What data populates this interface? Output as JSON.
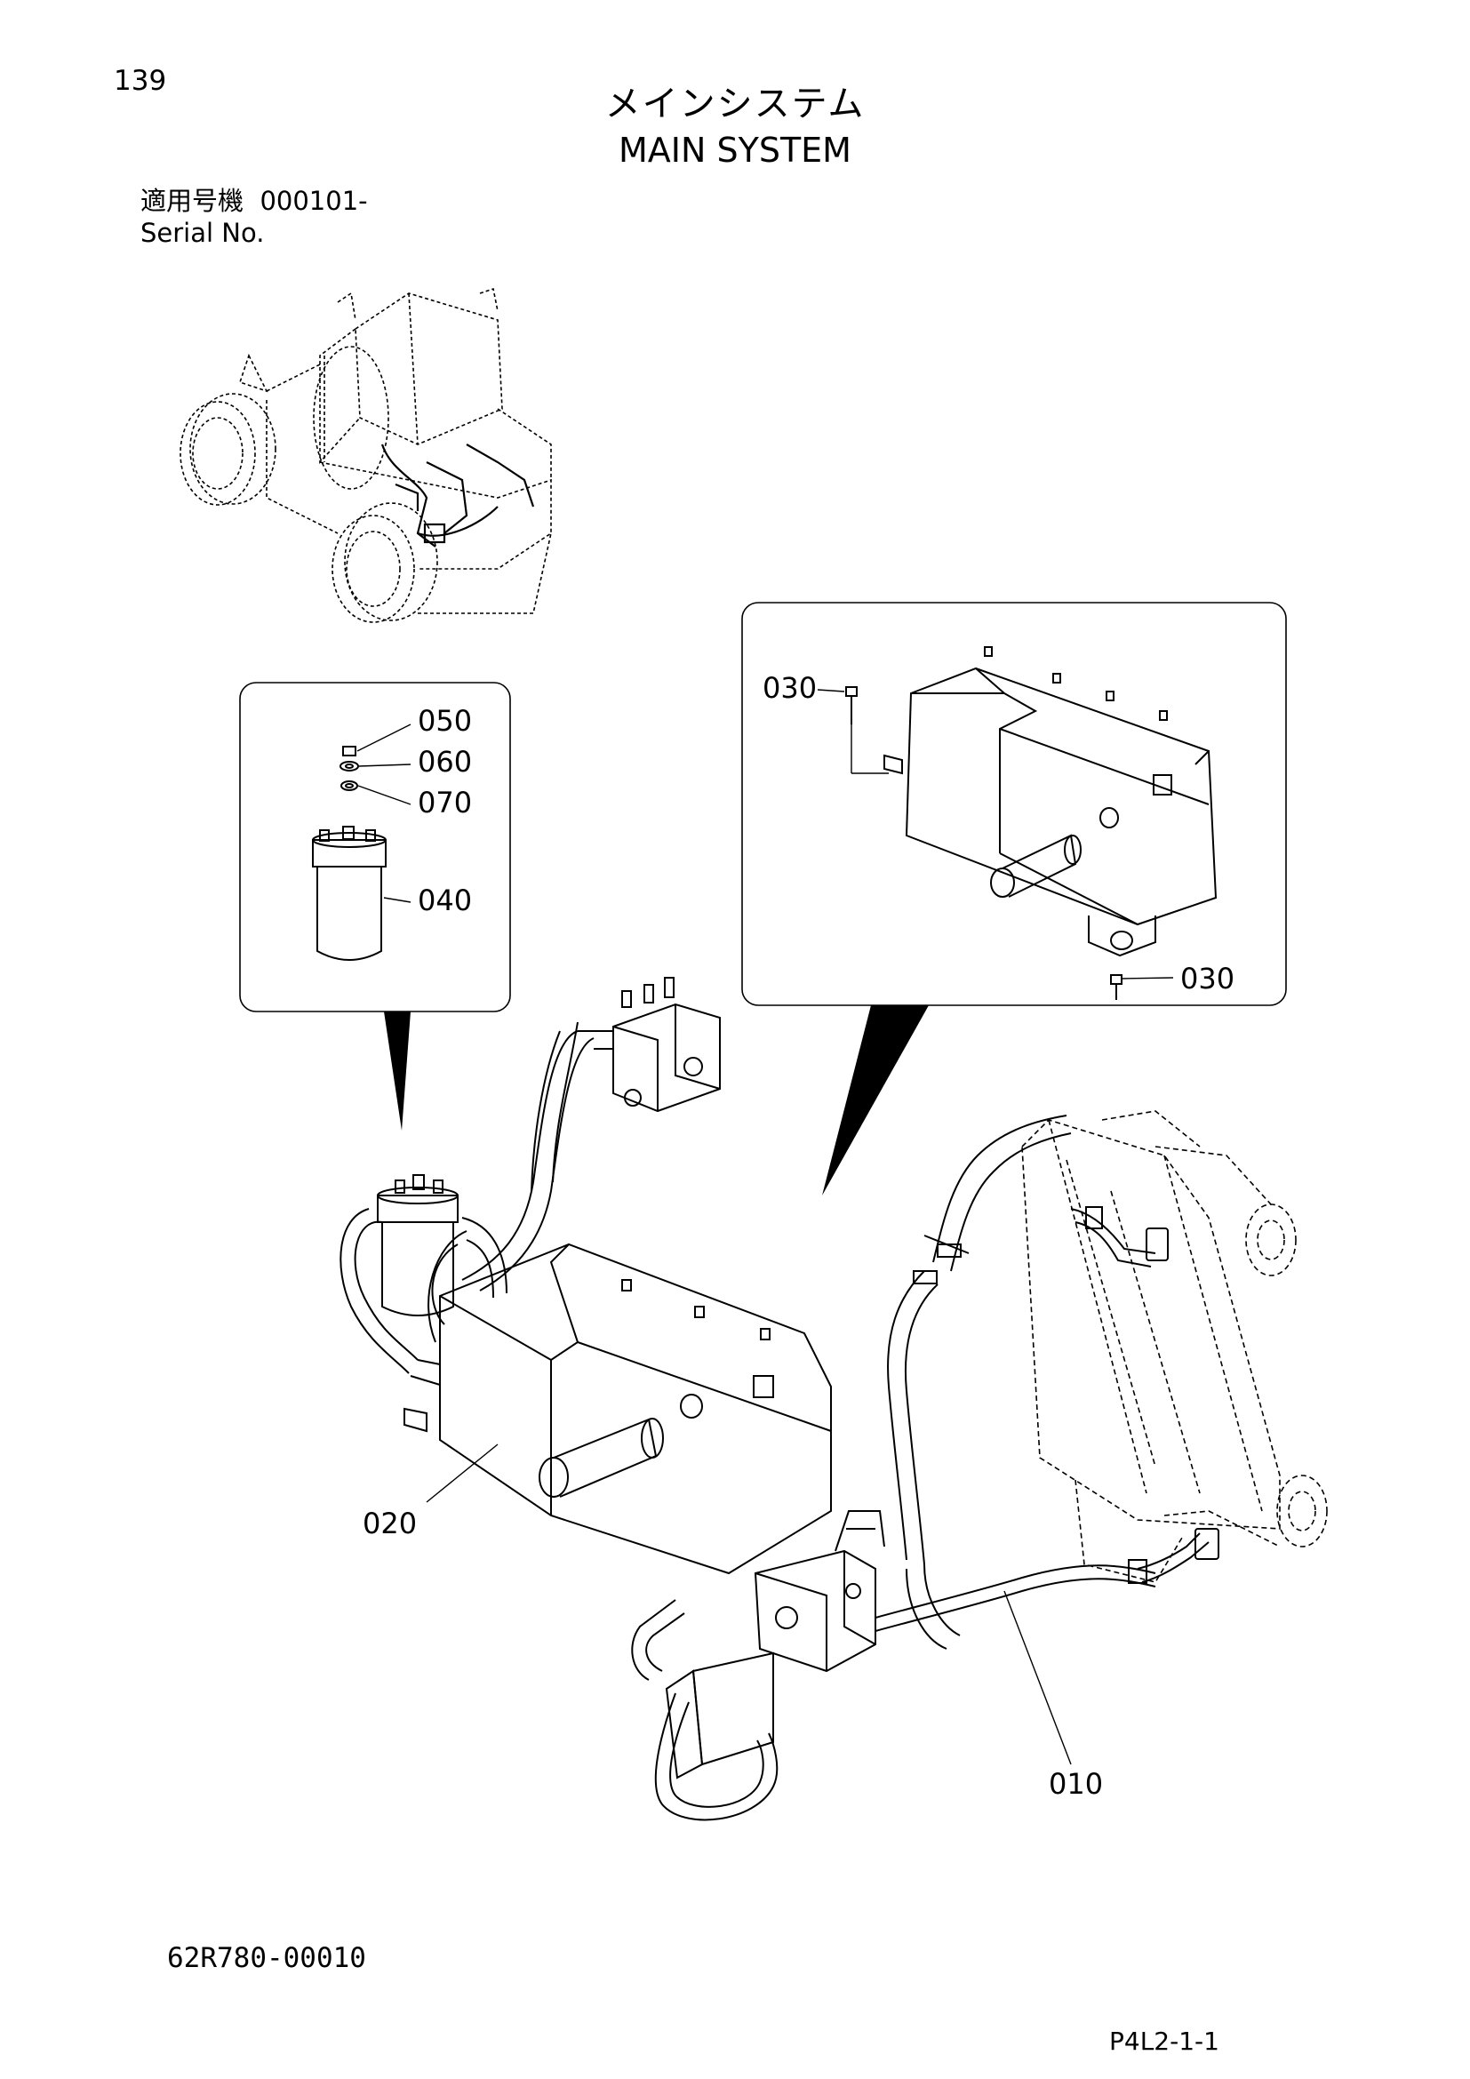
{
  "header": {
    "page_number": "139",
    "title_jp": "メインシステム",
    "title_en": "MAIN SYSTEM",
    "serial_label_jp": "適用号機",
    "serial_value": "000101-",
    "serial_label_en": "Serial No."
  },
  "callouts": {
    "c050": "050",
    "c060": "060",
    "c070": "070",
    "c040": "040",
    "c030_top": "030",
    "c030_bottom": "030",
    "c020": "020",
    "c010": "010"
  },
  "footer": {
    "doc_number": "62R780-00010",
    "page_ref": "P4L2-1-1"
  }
}
